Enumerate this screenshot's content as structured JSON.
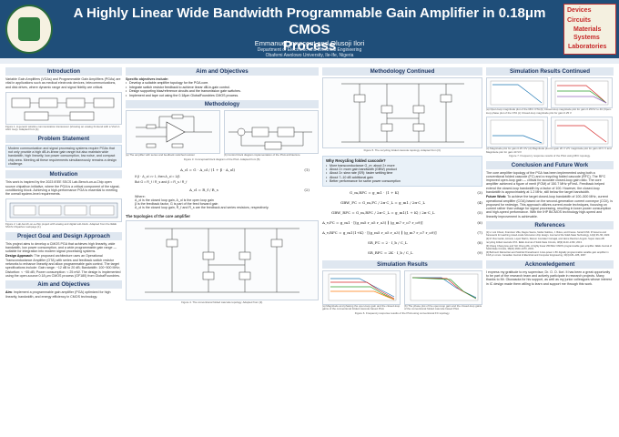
{
  "header": {
    "title_line1": "A Highly Linear Wide Bandwidth Programmable Gain Amplifier in 0.18μm CMOS",
    "title_line2": "Process",
    "authors": "Emmanuel Innocent and Olusoji Ilori",
    "affiliation_line1": "Department of Electronic and Electrical Engineering",
    "affiliation_line2": "Obafemi Awolowo University, Ile-Ife, Nigeria",
    "right_logo": [
      "Devices",
      "Circuits",
      "Materials",
      "Systems",
      "Laboratories"
    ]
  },
  "intro": {
    "title": "Introduction",
    "text": "Variable Gain Amplifiers (VGAs) and Programmable Gain Amplifiers (PGAs) are vital in applications such as medical electronic devices, telecommunications, and disk drives, where dynamic range and signal fidelity are critical.",
    "caption": "Figure 1. A generic wireline communication transceiver (showing an analog frontend with a VGA in AGC loop). Adapted from [1]."
  },
  "problem": {
    "title": "Problem Statement",
    "text": "Modern communication and signal processing systems require PGAs that not only provide a high dB-in-linear gain range but also maintain wide bandwidth, high linearity, low power consumption, low noise, and compact chip area. Meeting all these requirements simultaneously remains a design challenge."
  },
  "motivation": {
    "title": "Motivation",
    "text": "This work is inspired by the 2023 IEEE SSCS Lab-Bench-on-a-Chip open source chipathon initiative, where the PGA is a critical component of the signal-conditioning block. Achieving a high-performance PGA is essential to meeting the overall system-level requirements.",
    "caption": "Figure 2. Lab-bench-on-a-chip project with analog and digital sub-block. Adapted from the IEEE SSCS Chipathon webpage [1]."
  },
  "goal": {
    "title": "Project Goal and Design Approach",
    "text": "This project aims to develop a CMOS PGA that achieves high linearity, wide bandwidth, low power consumption, and a wide programmable gain range — suitable for integration into modern signal processing systems.",
    "approach_label": "Design Approach",
    "approach_text": ": The proposed architecture uses an Operational Transconductance Amplifier (OTA) with series and feedback switch resistor networks to enhance linearity and allow programmable gain control. The target specifications include: Gain range: −12 dB to 20 dB; Bandwidth: 100−500 MHz; Distortion: < −55 dB; Power consumption: < 25 mW. The design is implemented using the open-source 0.18 μm CMOS process (GF180) from GlobalFoundries."
  },
  "aims_left": {
    "title": "Aim and Objectives",
    "label": "Aim",
    "text": ": Implement a programmable gain amplifier (PGA) optimized for high linearity, bandwidth, and energy efficiency in CMOS technology."
  },
  "aims_mid": {
    "title": "Aim and Objectives",
    "subtitle": "Specific objectives include:",
    "items": [
      "Develop a suitable amplifier topology for the PGA core.",
      "Integrate switch resistor feedback to achieve linear dB-in-gain control.",
      "Design supporting bias/reference circuits and the transmission gate switches.",
      "Implement and tape out using the 0.18μm GlobalFoundries CMOS process."
    ]
  },
  "methodology": {
    "title": "Methodology",
    "sub_a": "(a) The amplifier with series and feedback switched resistor",
    "sub_b": "(b) Control block diagram implementation of the PGA architecture",
    "caption": "Figure 3. Conceptual block diagram of the PGA. Adapted from [5]."
  },
  "equations": {
    "eq1": "A_cl = G · A_ol / (1 + β · A_ol)",
    "n1": "(1)",
    "cond": "If β · A_ol >> 1, then A_cl ≈ 1/β",
    "but": "But G = R_f / R_s and β = R_s / R_f",
    "eq2": "A_cl = R_f / R_s",
    "n2": "(2)",
    "where": "Where:",
    "w1": "A_ol is the closed loop gain, A_ol is the open loop gain",
    "w2": "β is the feedback factor, G is part of the feed forward gain",
    "w3": "A_ol is the closed loop gain, R_f and R_s are the feedback and series resistors, respectively."
  },
  "topologies": {
    "title": "The topologies of the core amplifier",
    "caption": "Figure 4. The conventional folded cascode topology. Adapted from [2]."
  },
  "method_cont": {
    "title": "Methodology Continued",
    "caption": "Figure 5. The recycling folded cascode topology. Adapted from [3].",
    "why_title": "Why Recycling folded cascode?",
    "why_items": [
      "More transconductance G_m: about 2× more",
      "About 2× more gain bandwidth (GBW) product",
      "About 3× slew rate (SR): faster settling time",
      "About 7–10 dB additional gain",
      "Better performance for same power consumption"
    ],
    "eqs": [
      {
        "l": "G_m,RFC = g_m1 · (1 + K)",
        "n": "(3)"
      },
      {
        "l": "GBW_FC = G_m,FC / 2π·C_L = g_m1 / 2π·C_L",
        "n": "(4)"
      },
      {
        "l": "GBW_RFC = G_m,RFC / 2π·C_L = g_m1(1 + K) / 2π·C_L",
        "n": "(5)"
      },
      {
        "l": "A_v,FC = g_m1 · [(g_m5 r_o5 r_o3) ∥ (g_m7 r_o7 r_o9)]",
        "n": "(6)"
      },
      {
        "l": "A_v,RFC = g_m1(1+K) · [(g_m5 r_o5 r_o3) ∥ (g_m7 r_o7 r_o9)]",
        "n": "(7)"
      },
      {
        "l": "SR_FC = 2 · I_b / C_L",
        "n": "(8)"
      },
      {
        "l": "SR_RFC = 2K · I_b / C_L",
        "n": "(9)"
      }
    ]
  },
  "sim_mid": {
    "title": "Simulation Results",
    "sub_a": "(a) Magnitude and phasing the open-loop gain and the closed-loop gains of the conventional folded cascode based PGA",
    "sub_b": "(b) The phase plot of the open-loop gain and the closed-loop gains of the conventional folded cascode based PGA",
    "caption": "Figure 6. Frequency response results of the PGA using conventional FC topology."
  },
  "sim_cont": {
    "title": "Simulation Results Continued",
    "sub_a": "(a) Open-loop magnitude plot of the RFC OTA (b) Closed-loop magnitude plot for gain 0.25V/V to 40 (Open-loop phase plot of the OTA (c) Closed-loop magnitude plot for gain 0.25 V",
    "sub_b": "(c) Magnitude plot for gain 0.25 V/V (d) Magnitude plot for gain 20 V V/V magnitude plot for gain 40 V V and Magnitude plot for gain 40 V/V",
    "caption": "Figure 7. Frequency response results of the PGA using RFC topology."
  },
  "conclusion": {
    "title": "Conclusion and Future Work",
    "text": "The core amplifier topology of the PGA has been implemented using both a conventional folded cascode (FC) and a recycling folded cascode (RFC). The RFC improved open-loop gain — critical for accurate closed-loop gain ratio. The core amplifier achieved a figure of merit (FOM) of 150.7 MHz·pF/mA. Feedback helped extend the closed-loop bandwidth by a factor of 100. However, the closed-loop bandwidth is approximately at 1.2 MHz, still below the target bandwidth.",
    "future_label": "Future Work:",
    "future_text": " To achieve the target closed-loop bandwidth of 100–500 MHz, current operational amplifier (COA) based on the second-generation current conveyor (CCII), is proposed for redesign. This approach utilizes current-mode techniques, focusing on current rather than voltage for signal processing, resulting in lower power consumption and high-speed performance. With the IHP BiCMOS technology high-speed and linearity improvement is achievable."
  },
  "references": {
    "title": "References",
    "items": [
      "[1] H. Lok Cheuk, Francisco Villa, Dagne Sauza, Stefan Sabitou, J. Boles, and Kranes. Serial ICSS: IP lessons and framework for teaching mixed-mode full-custom chip design. Journal of the Solid-State Technology, 14(2):45–56, 2023.",
      "[2] M. Ros Garde, Antonio, Lopez Martin, Ramon Gonzalez Carvajal, and Jaime Ramirez-Angulo. Super class AB recycling folded cascode OTA. IEEE Journal of Solid-State Circuits, 48(9):2143–2152, 2013.",
      "[3] Chang Chang Hsu and Yeh Cheng Wu. A highly linear 250 MHz CMOS programmable gain amplifier. IEEE Journal of Solid-State Circuits, 38(10):1663–1670, 2003.",
      "[4] Behrouzt Razavizian and Sotiride Kheradmand. A low-power 1.8V digitally programmable variable gain amplifier in 0.18 μm cmos. Canadian Journal of Electrical and Computer Engineering, 33(4):181–186, 2007."
    ]
  },
  "ack": {
    "title": "Acknowledgement",
    "text": "I express my gratitude to my supervisor, Dr. O. O. Ilori. It has been a great opportunity to be part of the research team and actively participate in research projects. Many thanks to Mr. Oluwasola for his support, as well as my junior colleagues whose interest in IC design made them willing to learn and support me through this work."
  }
}
